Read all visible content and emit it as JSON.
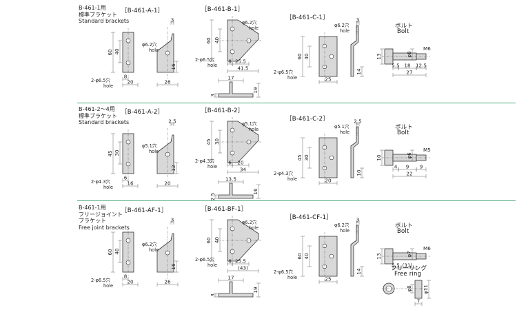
{
  "sections": [
    {
      "label": "B-461-1用\n標準ブラケット\nStandard brackets",
      "a": {
        "title": "［B-461-A-1］",
        "h": "60",
        "hi": "40",
        "w1": "8",
        "w2": "20",
        "r": "3",
        "d": "16",
        "wt": "26",
        "hole": "2-φ6.5穴",
        "hole_en": "hole",
        "hole2": "φ6.2穴",
        "hole2_en": "hole"
      },
      "b": {
        "title": "［B-461-B-1］",
        "h": "60",
        "hi": "40",
        "w1": "8",
        "w2": "25.5",
        "wt": "41.5",
        "hole": "2-φ6.5穴",
        "hole_en": "hole",
        "hole2": "φ6.2穴",
        "hole2_en": "hole",
        "s1": "17",
        "s2": "3",
        "s3": "19"
      },
      "c": {
        "title": "［B-461-C-1］",
        "h": "60",
        "hi": "40",
        "w": "25",
        "d": "14",
        "r": "3",
        "hole": "2-φ6.5穴",
        "hole_en": "hole",
        "hole2": "φ6.2穴",
        "hole2_en": "hole"
      },
      "bolt": {
        "title": "ボルト",
        "title_en": "Bolt",
        "d1": "φ8",
        "m": "M6",
        "h": "13",
        "a": "5.5",
        "b": "18",
        "c": "12.5",
        "t": "27"
      }
    },
    {
      "label": "B-461-2〜4用\n標準ブラケット\nStandard brackets",
      "a": {
        "title": "［B-461-A-2］",
        "h": "45",
        "hi": "30",
        "w1": "6",
        "w2": "16",
        "r": "2.5",
        "d": "12",
        "wt": "20",
        "hole": "2-φ4.3穴",
        "hole_en": "hole",
        "hole2": "φ5.1穴",
        "hole2_en": "hole"
      },
      "b": {
        "title": "［B-461-B-2］",
        "h": "45",
        "hi": "30",
        "w1": "6",
        "w2": "20",
        "wt": "34",
        "hole": "2-φ4.3穴",
        "hole_en": "hole",
        "hole2": "φ5.1穴",
        "hole2_en": "hole",
        "s1": "13.5",
        "s2": "2.5",
        "s3": "16"
      },
      "c": {
        "title": "［B-461-C-2］",
        "h": "45",
        "hi": "30",
        "w": "20",
        "d": "10",
        "r": "2.5",
        "hole": "2-φ4.3穴",
        "hole_en": "hole",
        "hole2": "φ5.1穴",
        "hole2_en": "hole"
      },
      "bolt": {
        "title": "ボルト",
        "title_en": "Bolt",
        "d1": "φ6",
        "m": "M5",
        "h": "10",
        "a": "4",
        "b": "9",
        "c": "9",
        "t": "22"
      }
    },
    {
      "label": "B-461-1用\nフリージョイント\nブラケット\nFree joint brackets",
      "a": {
        "title": "［B-461-AF-1］",
        "h": "60",
        "hi": "40",
        "w1": "8",
        "w2": "20",
        "r": "3",
        "d": "16",
        "wt": "26",
        "hole": "2-φ6.5穴",
        "hole_en": "hole",
        "hole2": "φ6.2穴",
        "hole2_en": "hole"
      },
      "b": {
        "title": "［B-461-BF-1］",
        "h": "60",
        "hi": "40",
        "w1": "8",
        "w2": "25.5",
        "wt": "(43)",
        "hole": "2-φ6.5穴",
        "hole_en": "hole",
        "hole2": "φ6.2穴",
        "hole2_en": "hole",
        "s1": "17",
        "s2": "3",
        "s3": "19"
      },
      "c": {
        "title": "［B-461-CF-1］",
        "h": "60",
        "hi": "40",
        "w": "25",
        "d": "14",
        "r": "3",
        "hole": "2-φ6.5穴",
        "hole_en": "hole",
        "hole2": "φ6.2穴",
        "hole2_en": "hole"
      },
      "bolt": {
        "title": "ボルト",
        "title_en": "Bolt",
        "d1": "φ7",
        "m": "M6",
        "h": "13",
        "a": "5.5",
        "b": "(31)",
        "t": ""
      },
      "ring": {
        "title": "フリーリング",
        "title_en": "Free ring",
        "d1": "φ8",
        "d2": "φ11",
        "t": "7"
      }
    }
  ]
}
